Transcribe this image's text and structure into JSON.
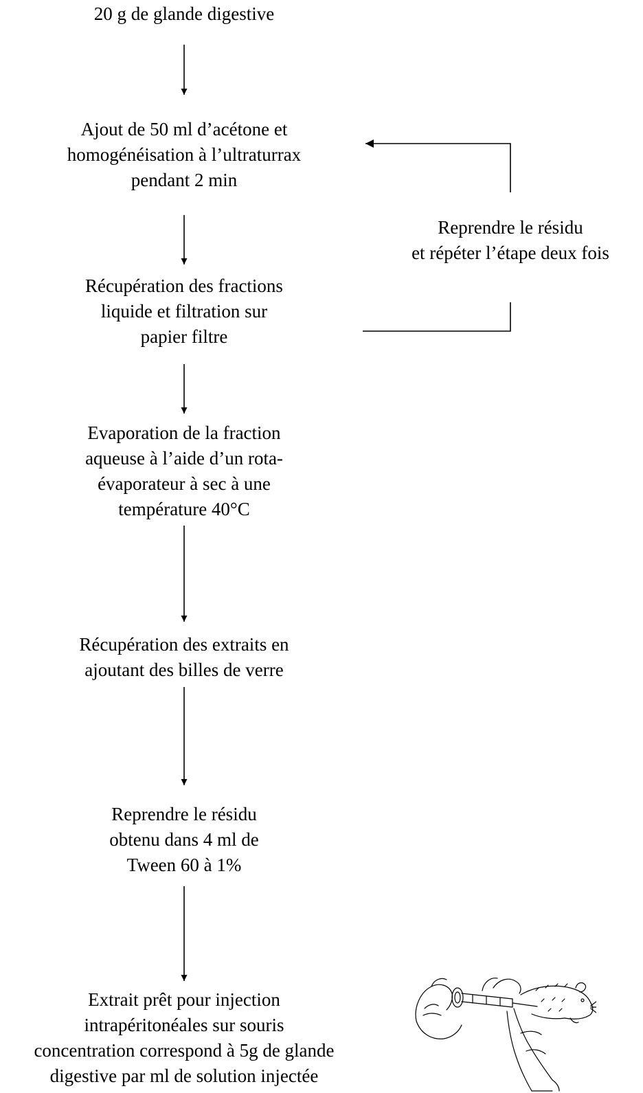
{
  "steps": [
    {
      "id": "step-1",
      "lines": [
        "20 g de glande digestive"
      ]
    },
    {
      "id": "step-2",
      "lines": [
        "Ajout de 50 ml d’acétone et",
        "homogénéisation à l’ultraturrax",
        "pendant 2 min"
      ]
    },
    {
      "id": "step-3",
      "lines": [
        "Récupération des fractions",
        "liquide et filtration sur",
        "papier filtre"
      ]
    },
    {
      "id": "step-4",
      "lines": [
        "Evaporation de la fraction",
        "aqueuse à l’aide d’un rota-",
        "évaporateur à sec à une",
        "température 40°C"
      ]
    },
    {
      "id": "step-5",
      "lines": [
        "Récupération des extraits en",
        "ajoutant des billes de verre"
      ]
    },
    {
      "id": "step-6",
      "lines": [
        "Reprendre le résidu",
        "obtenu dans 4 ml de",
        "Tween 60 à 1%"
      ]
    },
    {
      "id": "step-7",
      "lines": [
        "Extrait prêt pour injection",
        "intrapéritonéales sur souris",
        "concentration correspond à 5g de glande",
        "digestive par ml de solution injectée"
      ]
    }
  ],
  "loop_note": {
    "lines": [
      "Reprendre le résidu",
      "et répéter l’étape deux fois"
    ]
  },
  "illustration": {
    "icon": "mouse-injection-icon"
  },
  "colors": {
    "line": "#000000",
    "background": "#ffffff"
  }
}
